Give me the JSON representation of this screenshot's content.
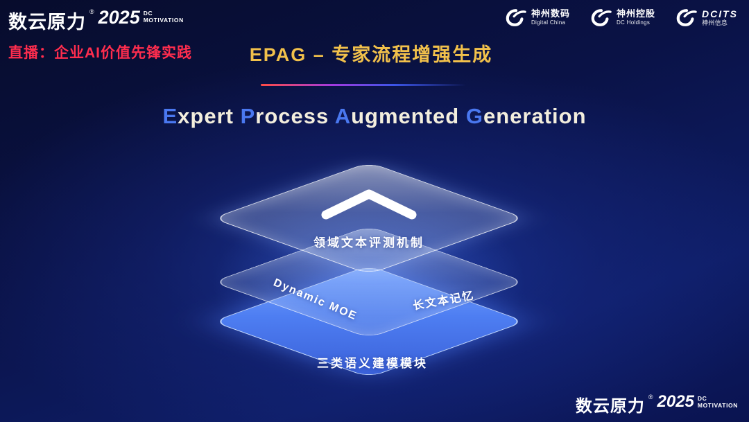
{
  "brand": {
    "name": "数云原力",
    "reg": "®",
    "year": "2025",
    "tag_line1": "DC",
    "tag_line2": "MOTIVATION"
  },
  "header": {
    "live_label": "直播：企业AI价值先锋实践",
    "title": "EPAG – 专家流程增强生成"
  },
  "partners": [
    {
      "line1": "神州数码",
      "line2": "Digital China"
    },
    {
      "line1": "神州控股",
      "line2": "DC Holdings"
    },
    {
      "line1": "DCITS",
      "line2": "神州信息"
    }
  ],
  "subtitle": {
    "full_text": "Expert Process Augmented Generation",
    "segments": [
      {
        "text": "E"
      },
      {
        "text": "xpert "
      },
      {
        "text": "P"
      },
      {
        "text": "rocess "
      },
      {
        "text": "A"
      },
      {
        "text": "ugmented "
      },
      {
        "text": "G"
      },
      {
        "text": "eneration"
      }
    ]
  },
  "diagram": {
    "top_layer_label": "领域文本评测机制",
    "middle_layer_label_left": "Dynamic MOE",
    "middle_layer_label_right": "长文本记忆",
    "bottom_layer_label": "三类语义建模模块"
  },
  "colors": {
    "title_gold": "#f2c14b",
    "live_red": "#ff2d4e",
    "subtitle_accent_blue": "#4a78f0",
    "bottom_layer_blue": "#4e7ef2",
    "background_navy": "#0a1246"
  }
}
